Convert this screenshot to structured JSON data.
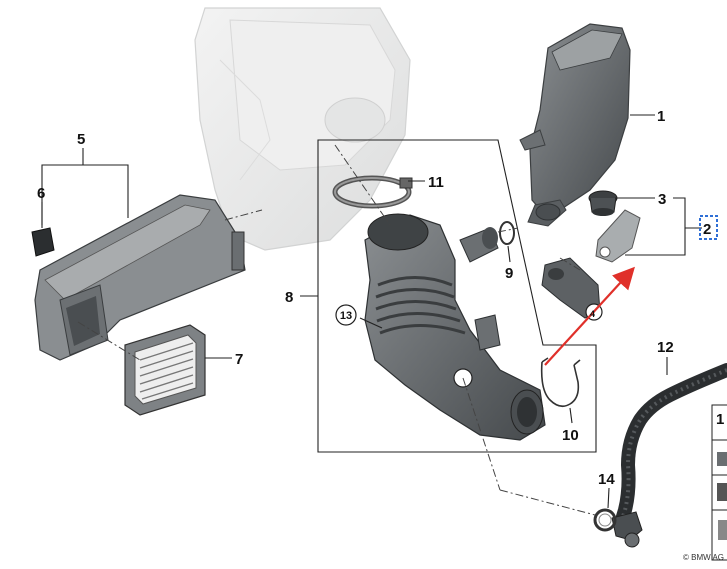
{
  "callouts": {
    "c1": "1",
    "c2": "2",
    "c3": "3",
    "c4": "4",
    "c5": "5",
    "c6": "6",
    "c7": "7",
    "c8": "8",
    "c9": "9",
    "c10": "10",
    "c11": "11",
    "c12": "12",
    "c13": "13",
    "c14": "14",
    "table_partial": "1"
  },
  "copyright": "© BMW AG",
  "colors": {
    "line": "#222222",
    "part_dark": "#55595c",
    "part_mid": "#7d8184",
    "part_light": "#b9bcbe",
    "ghost": "#e9eaea",
    "highlight_box": "#2f6fd6",
    "annotation_arrow": "#e0302a"
  }
}
